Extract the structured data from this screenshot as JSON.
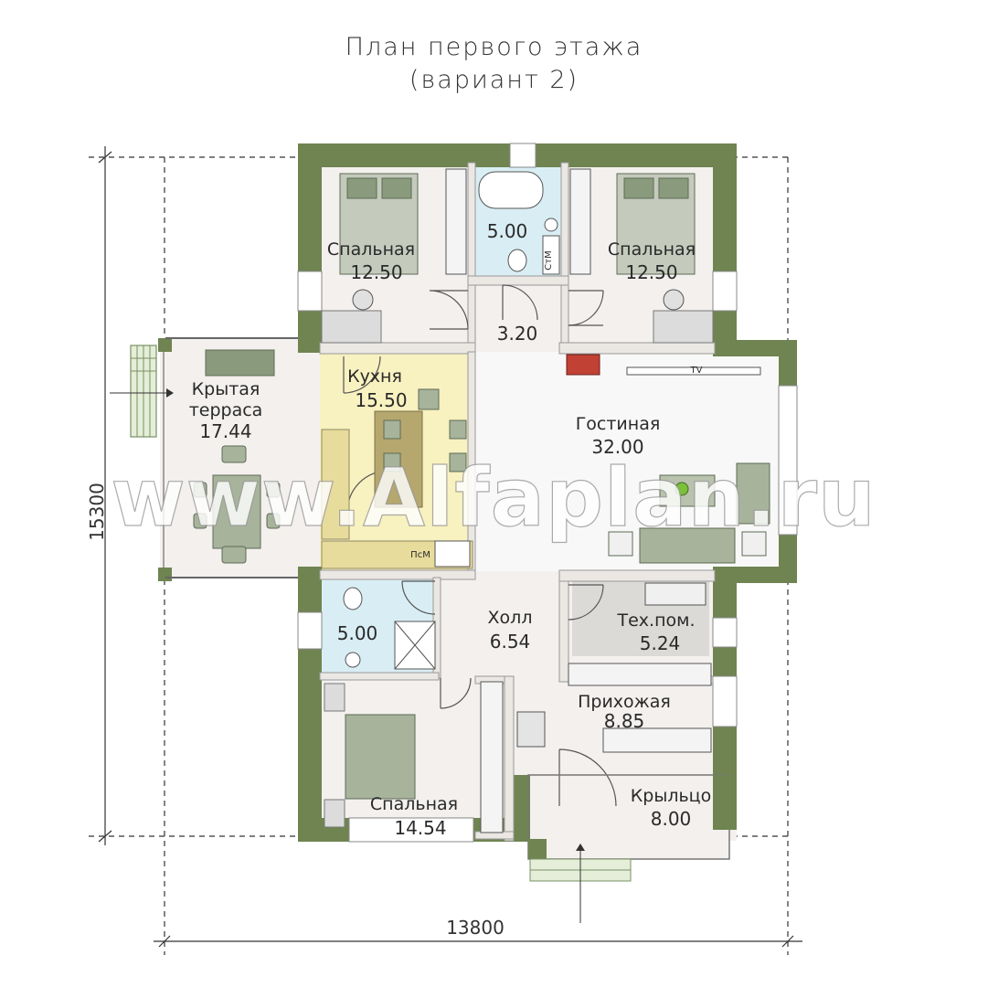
{
  "title": {
    "line1": "План первого этажа",
    "line2": "(вариант 2)"
  },
  "rooms": {
    "bedroom_nw": {
      "name": "Спальная",
      "area": "12.50"
    },
    "bath_top": {
      "area": "5.00",
      "fixture": "СтМ"
    },
    "bedroom_ne": {
      "name": "Спальная",
      "area": "12.50"
    },
    "corridor": {
      "area": "3.20"
    },
    "terrace": {
      "name_line1": "Крытая",
      "name_line2": "терраса",
      "area": "17.44"
    },
    "kitchen": {
      "name": "Кухня",
      "area": "15.50",
      "fixture": "ПсМ"
    },
    "living": {
      "name": "Гостиная",
      "area": "32.00",
      "tv": "TV"
    },
    "bath_bottom": {
      "area": "5.00"
    },
    "hall": {
      "name": "Холл",
      "area": "6.54"
    },
    "tech": {
      "name": "Тех.пом.",
      "area": "5.24"
    },
    "entrance": {
      "name": "Прихожая",
      "area": "8.85"
    },
    "bedroom_sw": {
      "name": "Спальная",
      "area": "14.54"
    },
    "porch": {
      "name": "Крыльцо",
      "area": "8.00"
    }
  },
  "dimensions": {
    "width": "13800",
    "height": "15300"
  },
  "watermark": "www.Alfaplan.ru",
  "colors": {
    "wall": "#6f8451",
    "floor": "#f3f0ee",
    "kitchen_floor": "#f8f1c0",
    "bath_floor": "#d9eef4",
    "furniture": "#8a9b7d"
  }
}
